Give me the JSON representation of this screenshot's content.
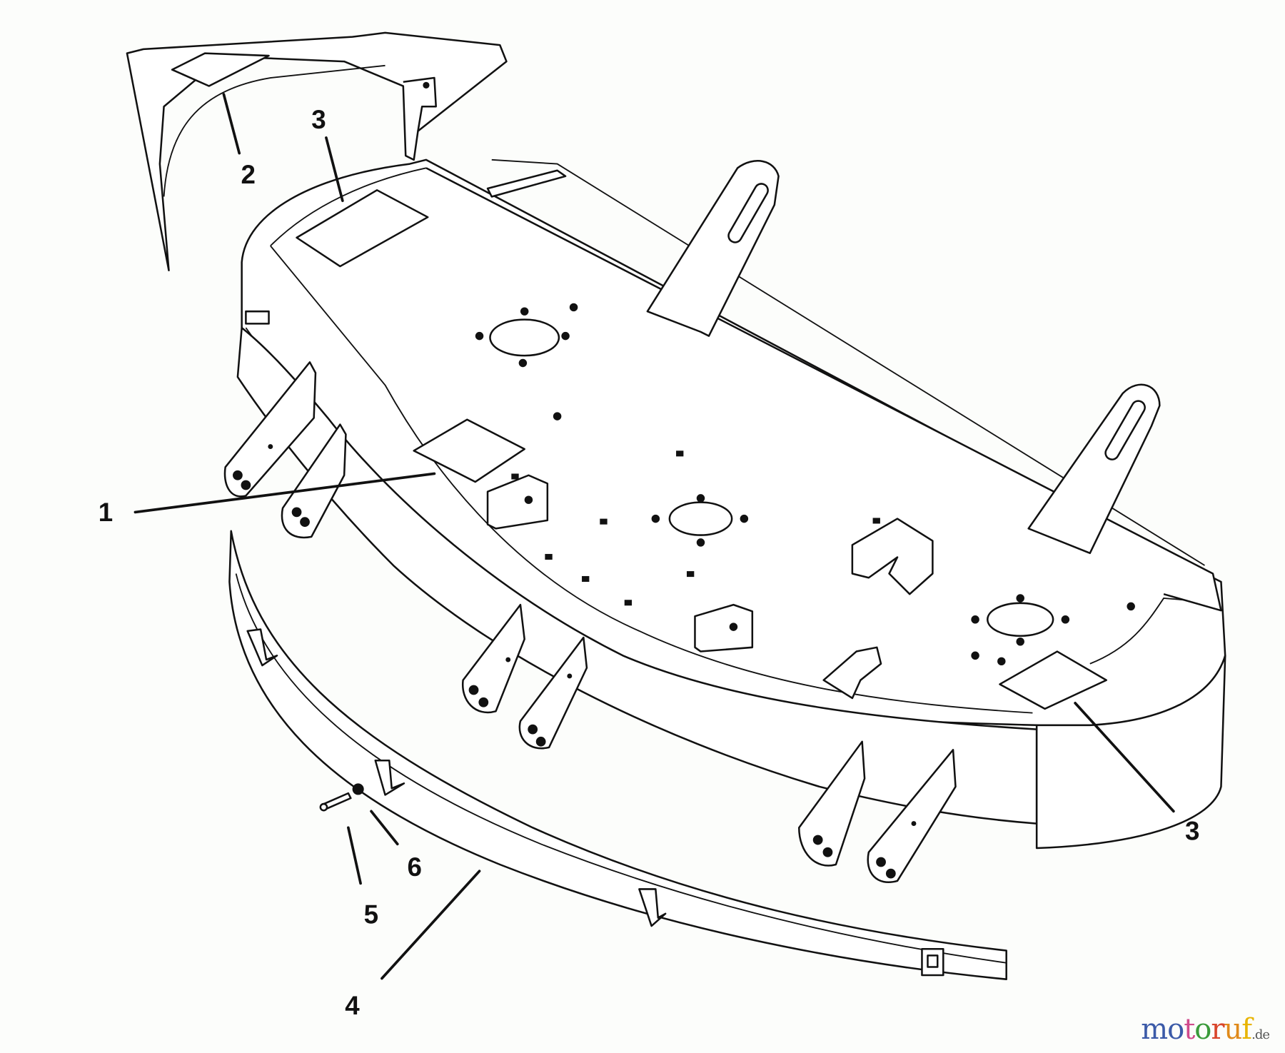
{
  "callouts": [
    {
      "id": "deck",
      "label": "1"
    },
    {
      "id": "deflector-decal",
      "label": "2"
    },
    {
      "id": "decal-left",
      "label": "3"
    },
    {
      "id": "decal-right",
      "label": "3"
    },
    {
      "id": "baffle",
      "label": "4"
    },
    {
      "id": "bolt",
      "label": "5"
    },
    {
      "id": "nut",
      "label": "6"
    }
  ],
  "watermark": {
    "letters": [
      "m",
      "o",
      "t",
      "o",
      "r",
      "u",
      "f"
    ],
    "colors": [
      "#3b5aa8",
      "#3b5aa8",
      "#d04a8c",
      "#3a9a3a",
      "#d9452b",
      "#e08a1a",
      "#e8b400"
    ],
    "suffix": ".de"
  }
}
